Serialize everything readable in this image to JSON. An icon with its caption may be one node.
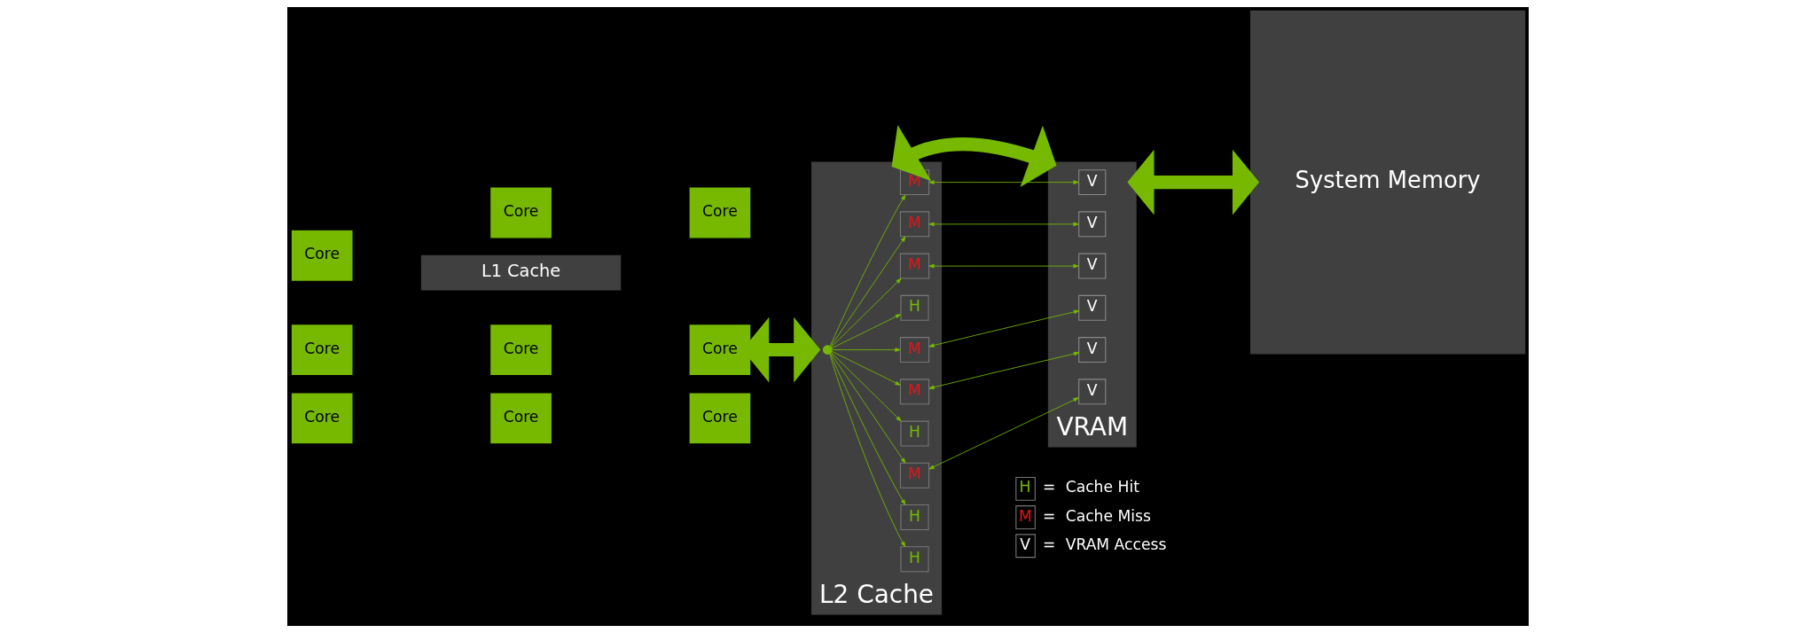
{
  "diagram": {
    "nodes": [
      {
        "text": [
          "Core"
        ]
      },
      {
        "text": [
          "Core"
        ]
      },
      {
        "text": [
          "Core"
        ]
      },
      {
        "text": [
          "Core"
        ]
      },
      {
        "text": [
          "Core"
        ]
      },
      {
        "text": [
          "Core"
        ]
      },
      {
        "text": [
          "Core"
        ]
      },
      {
        "text": [
          "Core"
        ]
      },
      {
        "text": [
          "Core"
        ]
      },
      {
        "text": [
          "L1 Cache"
        ]
      },
      {
        "text": [
          "L2 Cache"
        ]
      },
      {
        "text": [
          "H"
        ],
        "in": 10
      },
      {
        "text": [
          "M"
        ],
        "in": 10
      },
      {
        "text": [
          "M"
        ],
        "in": 10
      },
      {
        "text": [
          "H"
        ],
        "in": 10
      },
      {
        "text": [
          "M"
        ],
        "in": 10
      },
      {
        "text": [],
        "shape": "circle",
        "in": 10
      },
      {
        "text": [
          "M"
        ],
        "in": 10
      },
      {
        "text": [
          "H"
        ],
        "in": 10
      },
      {
        "text": [
          "M"
        ],
        "in": 10
      },
      {
        "text": [
          "M"
        ],
        "in": 10
      },
      {
        "text": [
          "H"
        ],
        "in": 10
      },
      {
        "text": [
          "VRAM"
        ]
      },
      {
        "text": [
          "V"
        ],
        "in": 22
      },
      {
        "text": [
          "V"
        ],
        "in": 22
      },
      {
        "text": [
          "V"
        ],
        "in": 22
      },
      {
        "text": [
          "V"
        ],
        "in": 22
      },
      {
        "text": [
          "V"
        ],
        "in": 22
      },
      {
        "text": [
          "V"
        ],
        "in": 22
      },
      {
        "text": [
          "System Memory"
        ]
      }
    ],
    "edges": [
      {
        "from": 5,
        "to": 10,
        "arrow": "both",
        "style": "thick"
      },
      {
        "from": 16,
        "to": 11,
        "arrow": "to"
      },
      {
        "from": 16,
        "to": 12,
        "arrow": "to"
      },
      {
        "from": 16,
        "to": 13,
        "arrow": "to"
      },
      {
        "from": 16,
        "to": 14,
        "arrow": "to"
      },
      {
        "from": 16,
        "to": 15,
        "arrow": "to"
      },
      {
        "from": 16,
        "to": 17,
        "arrow": "to"
      },
      {
        "from": 16,
        "to": 18,
        "arrow": "to"
      },
      {
        "from": 16,
        "to": 19,
        "arrow": "to"
      },
      {
        "from": 16,
        "to": 20,
        "arrow": "to"
      },
      {
        "from": 16,
        "to": 21,
        "arrow": "to"
      },
      {
        "from": 12,
        "to": 23,
        "arrow": "both"
      },
      {
        "from": 13,
        "to": 24,
        "arrow": "both"
      },
      {
        "from": 15,
        "to": 25,
        "arrow": "both"
      },
      {
        "from": 17,
        "to": 26,
        "arrow": "both"
      },
      {
        "from": 20,
        "to": 27,
        "arrow": "both"
      },
      {
        "from": 19,
        "to": 28,
        "arrow": "both"
      },
      {
        "from": 10,
        "to": 22,
        "arrow": "both",
        "style": "thick"
      },
      {
        "from": 22,
        "to": 29,
        "arrow": "both",
        "style": "thick"
      }
    ],
    "labels": [
      "H",
      "=",
      "M",
      "=",
      "V",
      "="
    ],
    "legend": [
      {
        "text": "Cache Hit"
      },
      {
        "text": "Cache Miss"
      },
      {
        "text": "VRAM Access"
      }
    ]
  }
}
